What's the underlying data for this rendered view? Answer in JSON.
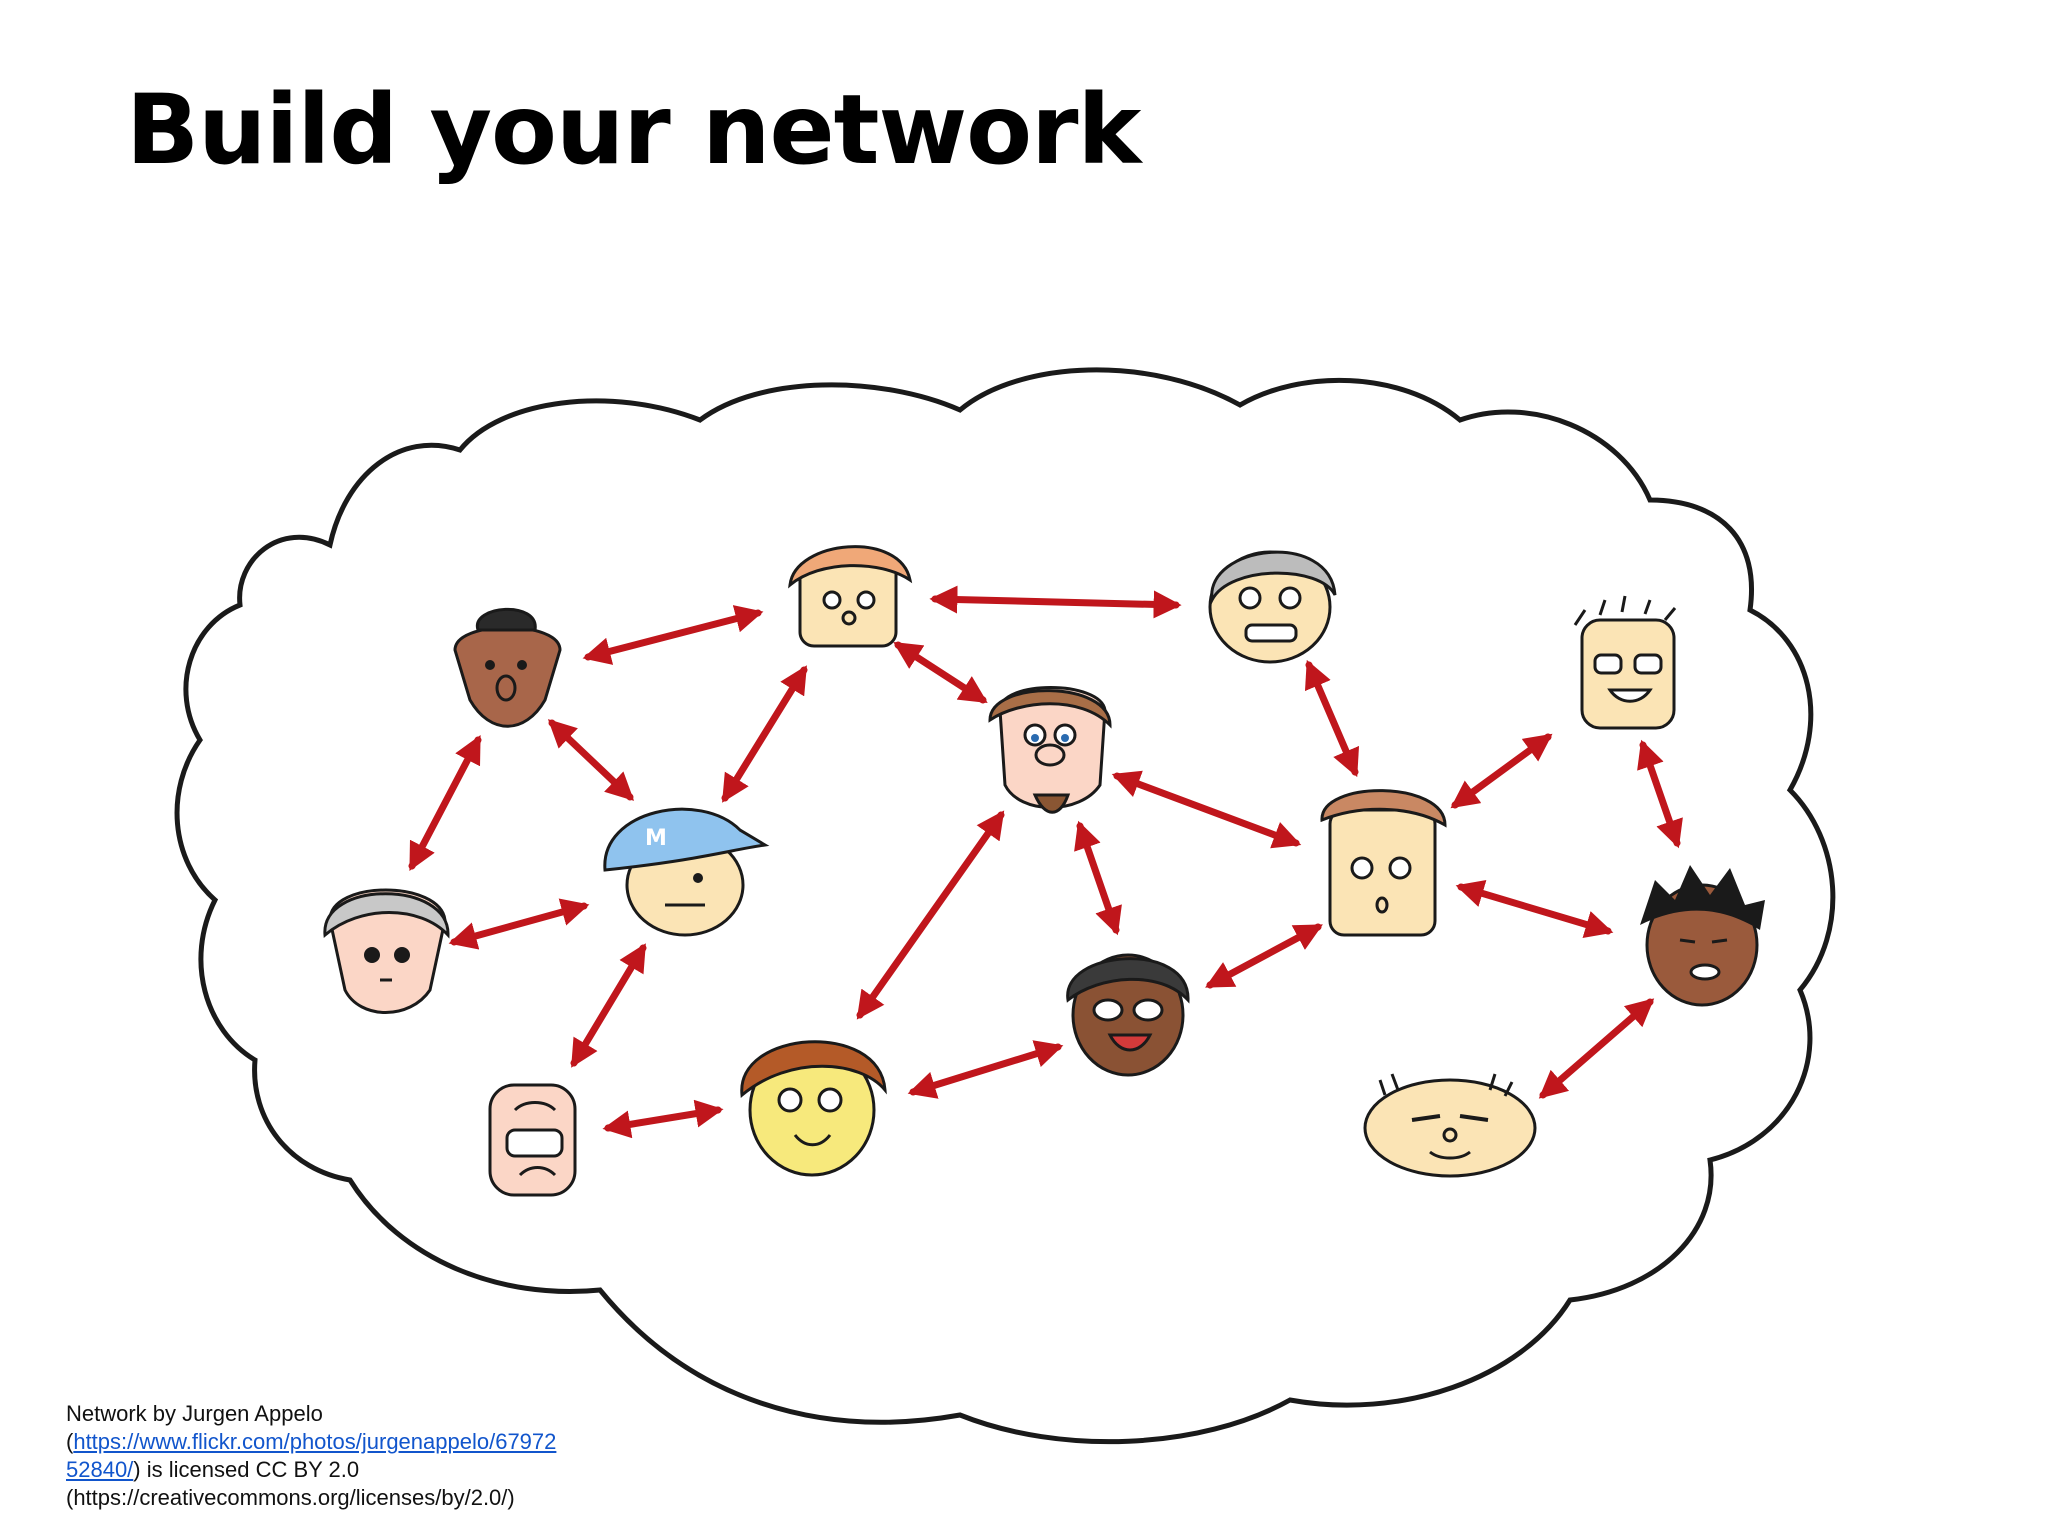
{
  "slide": {
    "title": "Build your network"
  },
  "credit": {
    "line1": "Network by Jurgen Appelo",
    "open_paren": "(",
    "link_part1": "https://www.flickr.com/photos/jurgenappelo/67972",
    "link_part2": "52840/",
    "license_text": ") is licensed CC BY 2.0",
    "license_url_line": "(https://creativecommons.org/licenses/by/2.0/)"
  },
  "colors": {
    "arrow": "#c0161c",
    "outline": "#1a1a1a",
    "link": "#1155cc"
  },
  "diagram": {
    "people": [
      {
        "id": "p-orange-hair"
      },
      {
        "id": "p-grey-curly-hair"
      },
      {
        "id": "p-dark-skin-curly"
      },
      {
        "id": "p-spiky-glasses"
      },
      {
        "id": "p-bearded-brown-hair"
      },
      {
        "id": "p-blue-cap"
      },
      {
        "id": "p-brown-hair-center"
      },
      {
        "id": "p-grey-hair-woman"
      },
      {
        "id": "p-dark-spiky-hair"
      },
      {
        "id": "p-dark-skin-glasses"
      },
      {
        "id": "p-bald-teeth"
      },
      {
        "id": "p-yellow-curly"
      },
      {
        "id": "p-sleepy-baby"
      }
    ],
    "connections": [
      {
        "from": "p-dark-skin-curly",
        "to": "p-orange-hair"
      },
      {
        "from": "p-orange-hair",
        "to": "p-grey-curly-hair"
      },
      {
        "from": "p-orange-hair",
        "to": "p-blue-cap"
      },
      {
        "from": "p-orange-hair",
        "to": "p-bearded-brown-hair"
      },
      {
        "from": "p-dark-skin-curly",
        "to": "p-blue-cap"
      },
      {
        "from": "p-dark-skin-curly",
        "to": "p-grey-hair-woman"
      },
      {
        "from": "p-grey-hair-woman",
        "to": "p-blue-cap"
      },
      {
        "from": "p-blue-cap",
        "to": "p-bald-teeth"
      },
      {
        "from": "p-bald-teeth",
        "to": "p-yellow-curly"
      },
      {
        "from": "p-yellow-curly",
        "to": "p-dark-skin-glasses"
      },
      {
        "from": "p-bearded-brown-hair",
        "to": "p-yellow-curly"
      },
      {
        "from": "p-bearded-brown-hair",
        "to": "p-dark-skin-glasses"
      },
      {
        "from": "p-bearded-brown-hair",
        "to": "p-brown-hair-center"
      },
      {
        "from": "p-grey-curly-hair",
        "to": "p-brown-hair-center"
      },
      {
        "from": "p-dark-skin-glasses",
        "to": "p-brown-hair-center"
      },
      {
        "from": "p-brown-hair-center",
        "to": "p-spiky-glasses"
      },
      {
        "from": "p-brown-hair-center",
        "to": "p-dark-spiky-hair"
      },
      {
        "from": "p-spiky-glasses",
        "to": "p-dark-spiky-hair"
      },
      {
        "from": "p-dark-spiky-hair",
        "to": "p-sleepy-baby"
      }
    ]
  }
}
